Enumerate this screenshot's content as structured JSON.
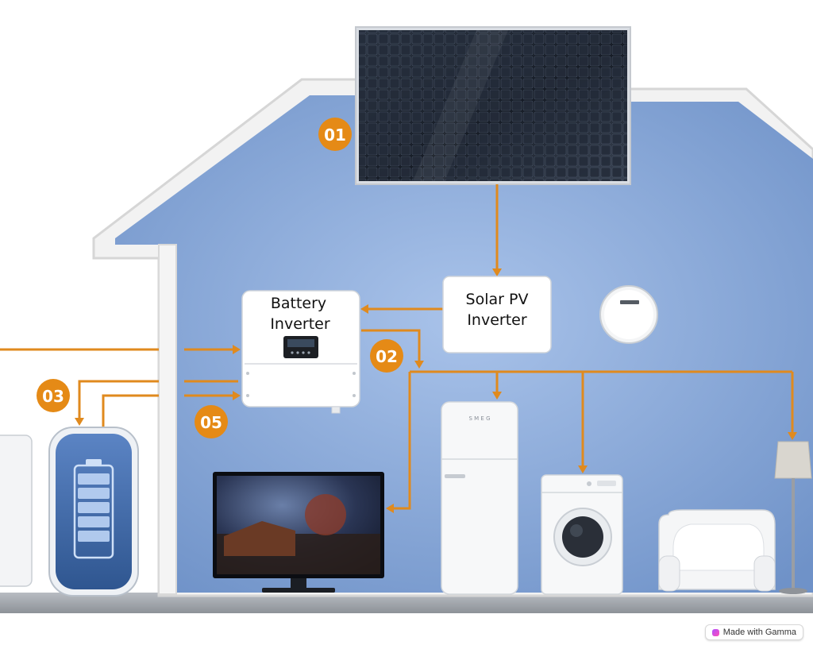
{
  "markers": [
    {
      "id": "m01",
      "text": "01"
    },
    {
      "id": "m02",
      "text": "02"
    },
    {
      "id": "m03",
      "text": "03"
    },
    {
      "id": "m05",
      "text": "05"
    }
  ],
  "battery_inverter": {
    "line1": "Battery",
    "line2": "Inverter"
  },
  "solar_inverter": {
    "line1": "Solar PV",
    "line2": "Inverter"
  },
  "fridge_brand": "S M E G",
  "badge": {
    "text": "Made with Gamma"
  },
  "colors": {
    "wall_blue": "#7fa3d6",
    "flow_orange": "#e08a1e",
    "marker_orange": "#e58a16",
    "house_frame": "#ffffff",
    "panel_dark": "#1a2230"
  },
  "icons": [
    "solar-panel",
    "battery-inverter",
    "solar-pv-inverter",
    "smart-meter",
    "home-battery",
    "television",
    "refrigerator",
    "washing-machine",
    "armchair",
    "floor-lamp"
  ]
}
